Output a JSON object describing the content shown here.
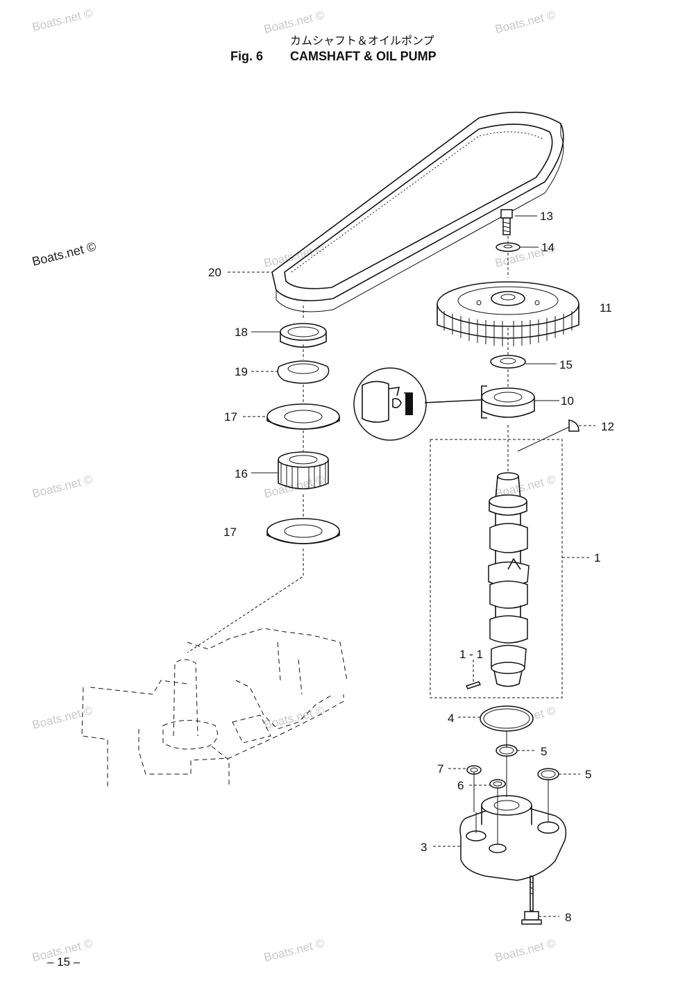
{
  "title": {
    "japanese": "カムシャフト＆オイルポンプ",
    "fig_number": "Fig. 6",
    "english": "CAMSHAFT & OIL PUMP"
  },
  "page_number": "– 15 –",
  "watermark": "Boats.net ©",
  "callouts": {
    "c1": "1",
    "c1_1": "1 - 1",
    "c3": "3",
    "c4": "4",
    "c5a": "5",
    "c5b": "5",
    "c6": "6",
    "c7": "7",
    "c8": "8",
    "c10": "10",
    "c11": "11",
    "c12": "12",
    "c13": "13",
    "c14": "14",
    "c15": "15",
    "c16": "16",
    "c17a": "17",
    "c17b": "17",
    "c18": "18",
    "c19": "19",
    "c20": "20"
  },
  "colors": {
    "ink": "#111111",
    "watermark": "#c8c8c8",
    "background": "#ffffff"
  }
}
